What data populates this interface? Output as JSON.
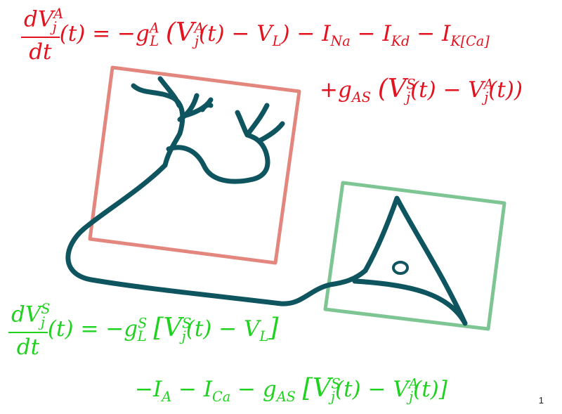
{
  "page_number": "1",
  "colors": {
    "axon_equation": "#e2121e",
    "soma_equation": "#1fd21f",
    "neuron": "#0e5560",
    "axon_box": "#e07a70",
    "soma_box": "#6fbf86"
  },
  "eq_axon": {
    "lhs_num": "dV",
    "lhs_num_sup": "A",
    "lhs_num_sub": "j",
    "lhs_den": "dt",
    "line1_a": "(t) = −g",
    "line1_a_sup": "A",
    "line1_a_sub": "L",
    "line1_b": "(V",
    "line1_b_sup": "A",
    "line1_b_sub": "j",
    "line1_c": "(t) − V",
    "line1_c_sub": "L",
    "line1_d": ") − I",
    "line1_d_sub": "Na",
    "line1_e": " − I",
    "line1_e_sub": "Kd",
    "line1_f": " − I",
    "line1_f_sub": "K[Ca]",
    "line2_a": "+g",
    "line2_a_sub": "AS",
    "line2_b": "(V",
    "line2_b_sup": "S",
    "line2_b_sub": "j",
    "line2_c": "(t) − V",
    "line2_c_sup": "A",
    "line2_c_sub": "j",
    "line2_d": "(t))"
  },
  "eq_soma": {
    "lhs_num": "dV",
    "lhs_num_sup": "S",
    "lhs_num_sub": "j",
    "lhs_den": "dt",
    "line1_a": "(t) = −g",
    "line1_a_sup": "S",
    "line1_a_sub": "L",
    "line1_b": "[V",
    "line1_b_sup": "S",
    "line1_b_sub": "j",
    "line1_c": "(t) − V",
    "line1_c_sub": "L",
    "line1_d": "]",
    "line2_a": "−I",
    "line2_a_sub": "A",
    "line2_b": " − I",
    "line2_b_sub": "Ca",
    "line2_c": " − g",
    "line2_c_sub": "AS",
    "line2_d": "[V",
    "line2_d_sup": "S",
    "line2_d_sub": "j",
    "line2_e": "(t) − V",
    "line2_e_sup": "A",
    "line2_e_sub": "j",
    "line2_f": "(t)]"
  }
}
